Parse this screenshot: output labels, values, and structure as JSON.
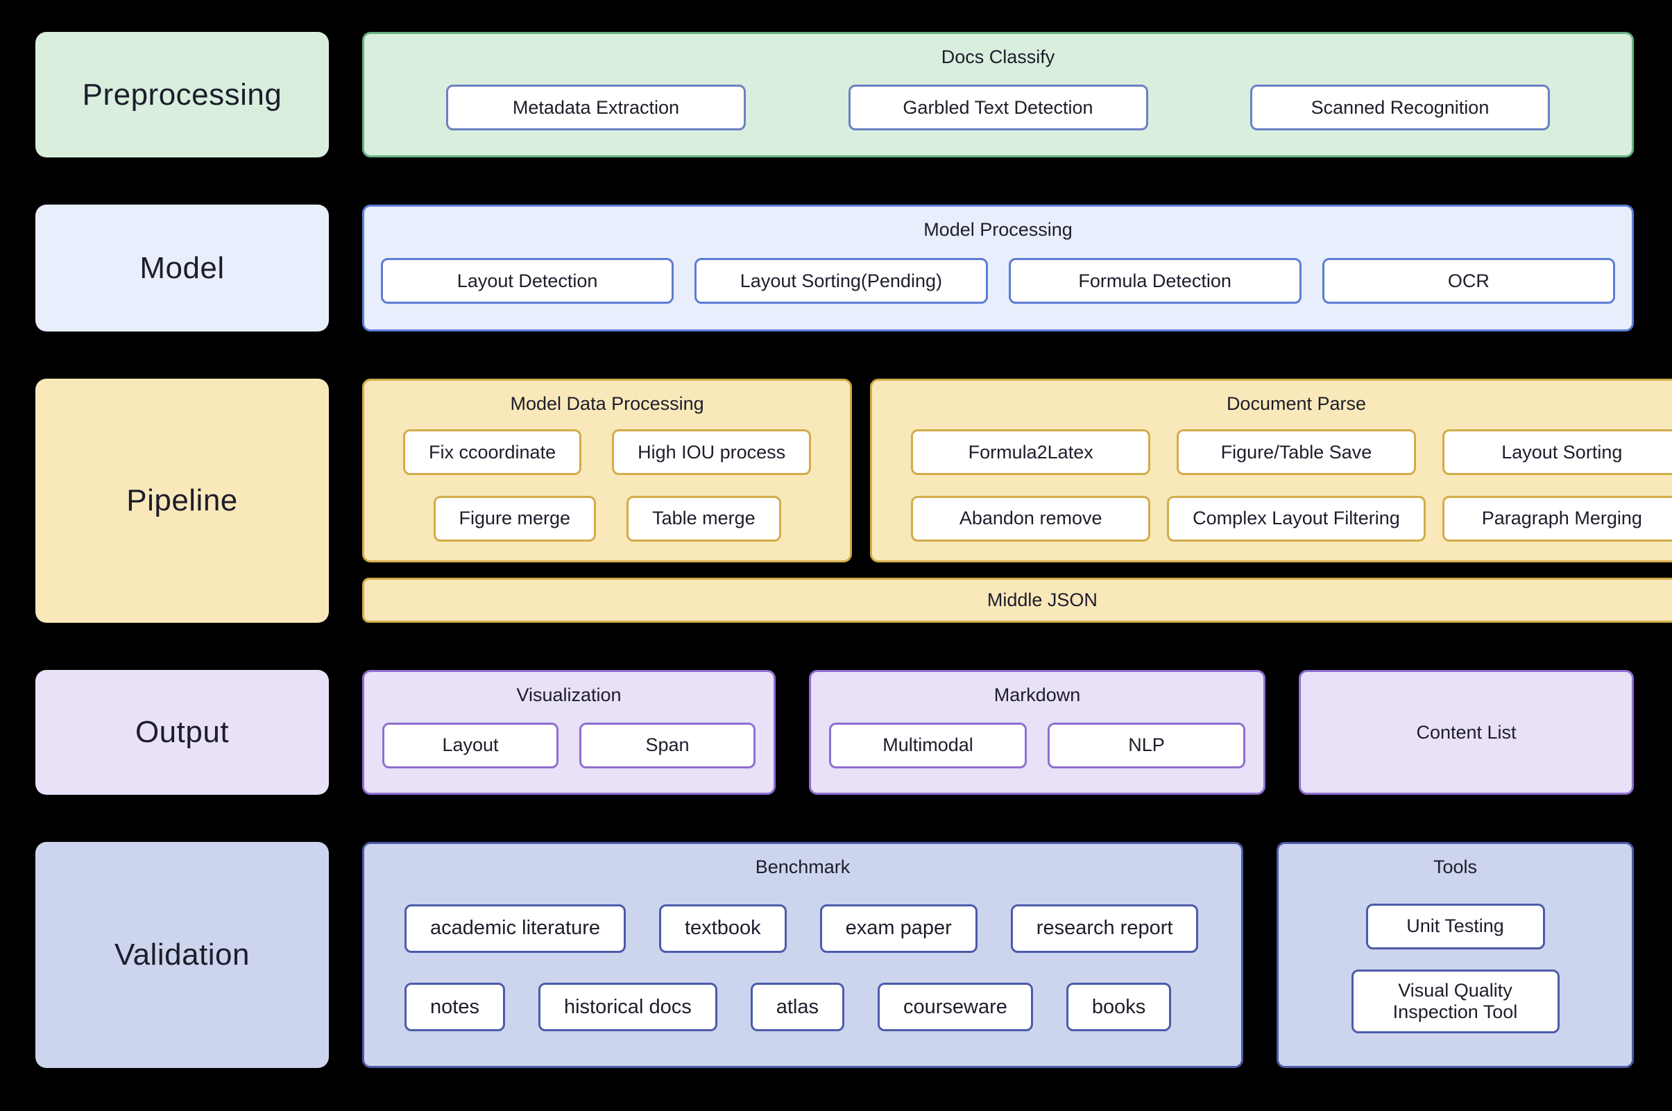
{
  "colors": {
    "bg": "#000000",
    "text": "#1d1d2b",
    "green-fill": "#d9eedd",
    "green-border": "#66b286",
    "blue-fill": "#e8eefb",
    "blue-border": "#5c7cd6",
    "yellow-fill": "#f9e8ba",
    "yellow-border": "#d3ac48",
    "purple-fill": "#e8e1f8",
    "purple-border": "#8f6fd1",
    "indigo-fill": "#cdd4ee",
    "indigo-border": "#4c5ba9",
    "box-fill": "#ffffff",
    "slate-border": "#6b80c4"
  },
  "rows": [
    {
      "label": "Preprocessing",
      "container": {
        "title": "Docs Classify",
        "items": [
          "Metadata Extraction",
          "Garbled Text Detection",
          "Scanned Recognition"
        ]
      }
    },
    {
      "label": "Model",
      "container": {
        "title": "Model Processing",
        "items": [
          "Layout Detection",
          "Layout Sorting(Pending)",
          "Formula Detection",
          "OCR"
        ]
      }
    },
    {
      "label": "Pipeline",
      "model_data_processing": {
        "title": "Model Data Processing",
        "row1": [
          "Fix ccoordinate",
          "High IOU process"
        ],
        "row2": [
          "Figure merge",
          "Table merge"
        ]
      },
      "document_parse": {
        "title": "Document Parse",
        "row1": [
          "Formula2Latex",
          "Figure/Table Save",
          "Layout Sorting"
        ],
        "row2": [
          "Abandon remove",
          "Complex Layout Filtering",
          "Paragraph Merging"
        ]
      },
      "middle_json": "Middle JSON"
    },
    {
      "label": "Output",
      "visualization": {
        "title": "Visualization",
        "items": [
          "Layout",
          "Span"
        ]
      },
      "markdown": {
        "title": "Markdown",
        "items": [
          "Multimodal",
          "NLP"
        ]
      },
      "content_list": {
        "title": "Content List"
      }
    },
    {
      "label": "Validation",
      "benchmark": {
        "title": "Benchmark",
        "row1": [
          "academic literature",
          "textbook",
          "exam paper",
          "research report"
        ],
        "row2": [
          "notes",
          "historical docs",
          "atlas",
          "courseware",
          "books"
        ]
      },
      "tools": {
        "title": "Tools",
        "items": [
          "Unit Testing",
          "Visual Quality Inspection Tool"
        ]
      }
    }
  ]
}
